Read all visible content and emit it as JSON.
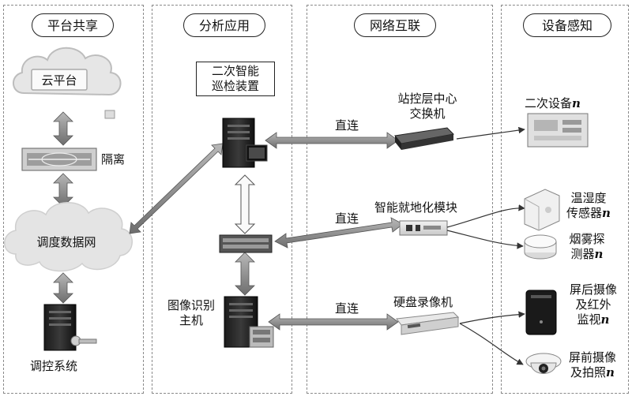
{
  "columns": {
    "platform": "平台共享",
    "analysis": "分析应用",
    "network": "网络互联",
    "device": "设备感知"
  },
  "nodes": {
    "cloud_platform": "云平台",
    "isolation": "隔离",
    "dispatch_network": "调度数据网",
    "dispatch_system": "调控系统",
    "inspection_line1": "二次智能",
    "inspection_line2": "巡检装置",
    "image_host_line1": "图像识别",
    "image_host_line2": "主机",
    "switch_line1": "站控层中心",
    "switch_line2": "交换机",
    "smart_module": "智能就地化模块",
    "nvr": "硬盘录像机",
    "secondary_device": "二次设备",
    "th_sensor_line1": "温湿度",
    "th_sensor_line2": "传感器",
    "smoke_line1": "烟雾探",
    "smoke_line2": "测器",
    "rear_cam_line1": "屏后摄像",
    "rear_cam_line2": "及红外",
    "rear_cam_line3": "监视",
    "front_cam_line1": "屏前摄像",
    "front_cam_line2": "及拍照",
    "n": "n"
  },
  "links": {
    "direct_1": "直连",
    "direct_2": "直连",
    "direct_3": "直连"
  }
}
